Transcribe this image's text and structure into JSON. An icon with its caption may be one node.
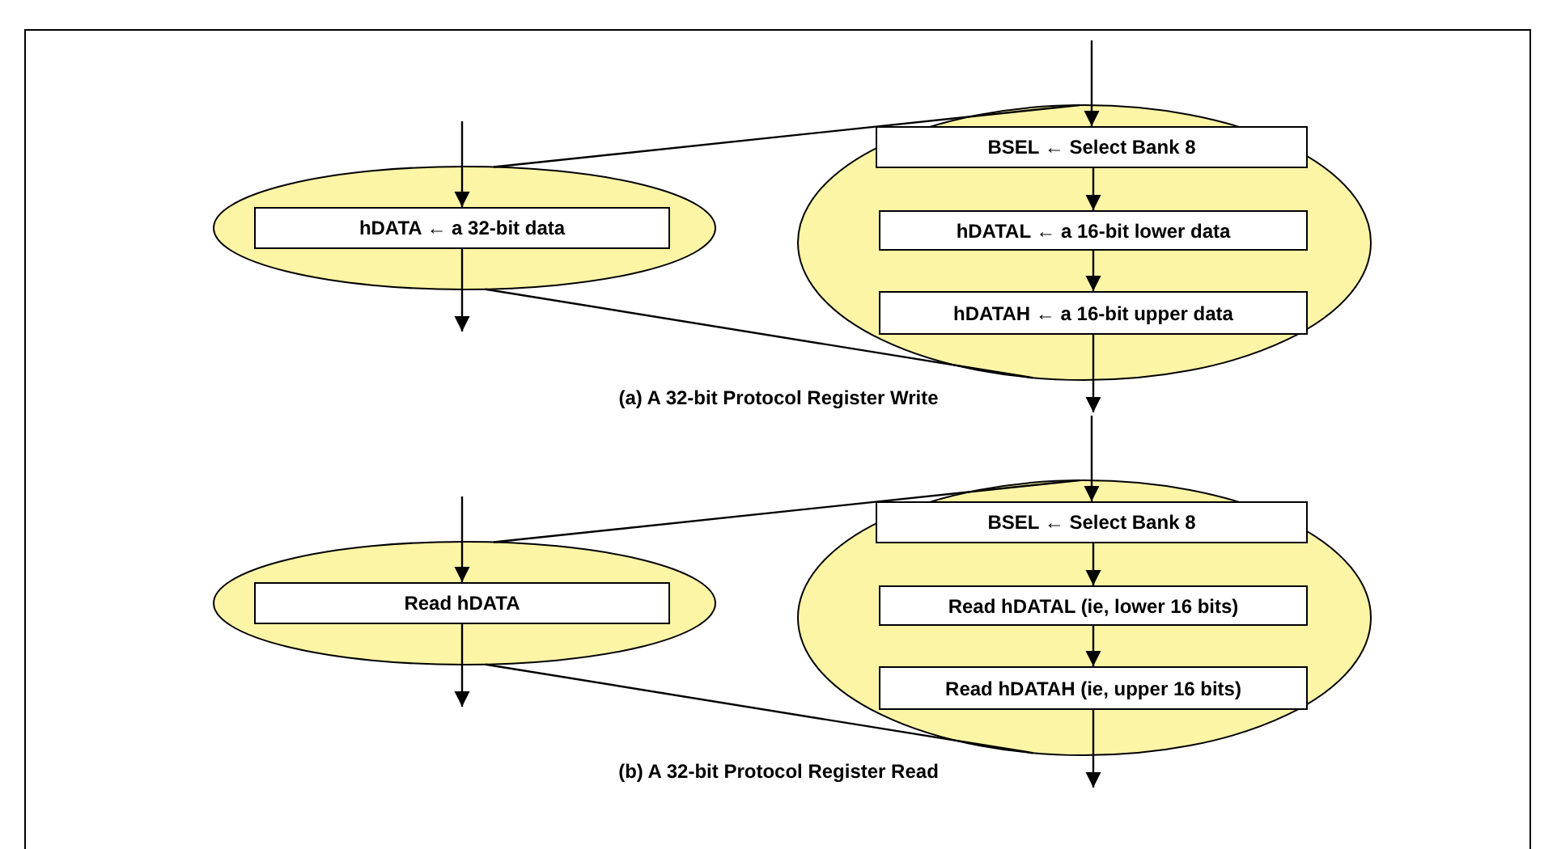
{
  "diagram": {
    "nodes": [
      {
        "text": [],
        "shape": "ellipse"
      },
      {
        "text": [
          "hDATA ← a 32-bit data"
        ],
        "in": 0
      },
      {
        "text": [],
        "shape": "ellipse"
      },
      {
        "text": [
          "BSEL ← Select Bank 8"
        ],
        "in": 2
      },
      {
        "text": [
          "hDATAL ← a 16-bit lower data"
        ],
        "in": 2
      },
      {
        "text": [
          "hDATAH ← a 16-bit upper data"
        ],
        "in": 2
      },
      {
        "text": [],
        "shape": "ellipse"
      },
      {
        "text": [
          "Read hDATA"
        ],
        "in": 6
      },
      {
        "text": [],
        "shape": "ellipse"
      },
      {
        "text": [
          "BSEL ← Select Bank 8"
        ],
        "in": 8
      },
      {
        "text": [
          "Read hDATAL (ie, lower 16 bits)"
        ],
        "in": 8
      },
      {
        "text": [
          "Read hDATAH (ie, upper 16 bits)"
        ],
        "in": 8
      }
    ],
    "edges": [
      {
        "from": null,
        "to": 1,
        "arrow": "to"
      },
      {
        "from": 1,
        "to": null,
        "arrow": "to"
      },
      {
        "from": 0,
        "to": 2,
        "arrow": "none"
      },
      {
        "from": 0,
        "to": 2,
        "arrow": "none"
      },
      {
        "from": null,
        "to": 3,
        "arrow": "to"
      },
      {
        "from": 3,
        "to": 4,
        "arrow": "to"
      },
      {
        "from": 4,
        "to": 5,
        "arrow": "to"
      },
      {
        "from": 5,
        "to": null,
        "arrow": "to"
      },
      {
        "from": null,
        "to": 7,
        "arrow": "to"
      },
      {
        "from": 7,
        "to": null,
        "arrow": "to"
      },
      {
        "from": 6,
        "to": 8,
        "arrow": "none"
      },
      {
        "from": 6,
        "to": 8,
        "arrow": "none"
      },
      {
        "from": null,
        "to": 9,
        "arrow": "to"
      },
      {
        "from": 9,
        "to": 10,
        "arrow": "to"
      },
      {
        "from": 10,
        "to": 11,
        "arrow": "to"
      },
      {
        "from": 11,
        "to": null,
        "arrow": "to"
      }
    ],
    "labels": [
      "(a) A 32-bit Protocol Register Write",
      "(b) A 32-bit Protocol Register Read"
    ]
  }
}
